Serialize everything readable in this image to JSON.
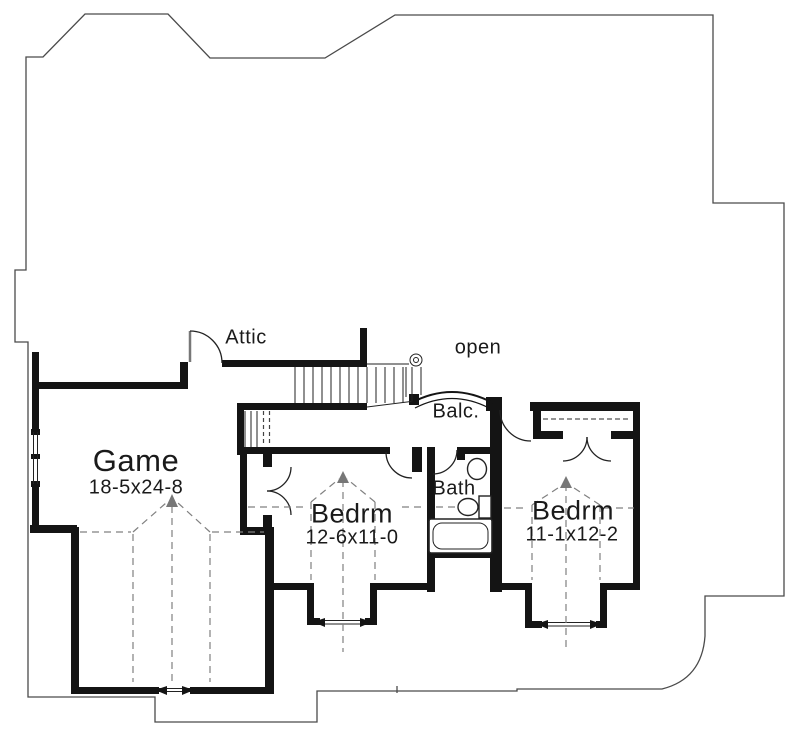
{
  "plan": {
    "type": "second-floor house plan",
    "colors": {
      "wall": "#141414",
      "outline": "#4a4a4a",
      "dashed_line": "#808080",
      "text": "#1a1a1a",
      "background": "#ffffff"
    },
    "labels": {
      "attic": "Attic",
      "open": "open",
      "balcony": "Balc.",
      "bath": "Bath",
      "game": {
        "name": "Game",
        "dims": "18-5x24-8"
      },
      "bedroom1": {
        "name": "Bedrm",
        "dims": "12-6x11-0"
      },
      "bedroom2": {
        "name": "Bedrm",
        "dims": "11-1x12-2"
      }
    }
  }
}
